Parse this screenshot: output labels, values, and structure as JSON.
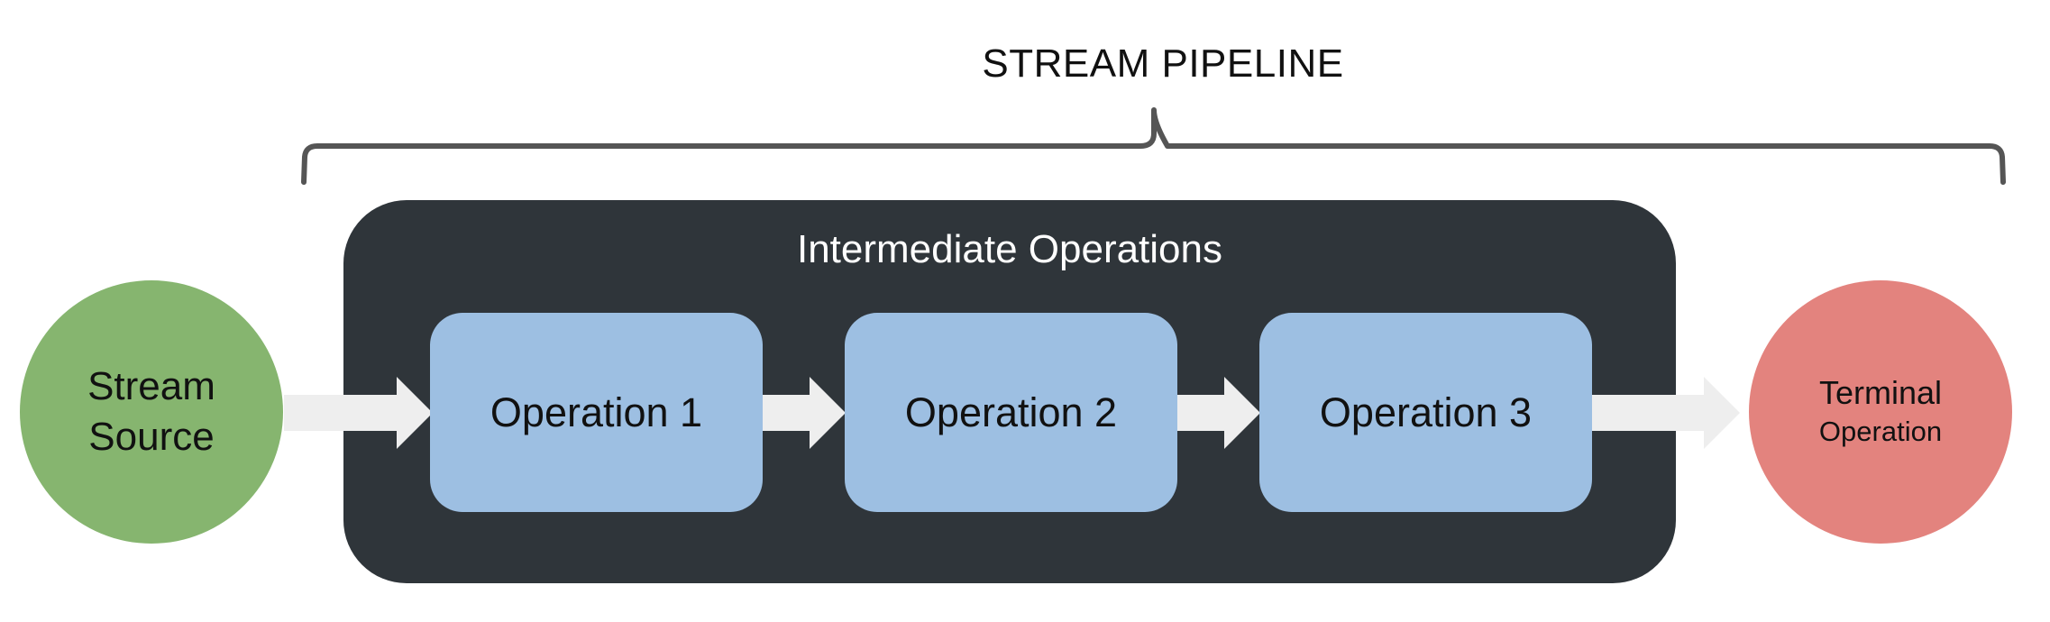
{
  "pipeline": {
    "title": "STREAM PIPELINE"
  },
  "intermediate": {
    "title": "Intermediate Operations",
    "operations": [
      "Operation 1",
      "Operation 2",
      "Operation 3"
    ]
  },
  "source": {
    "line1": "Stream",
    "line2": "Source"
  },
  "terminal": {
    "line1": "Terminal",
    "line2": "Operation"
  },
  "colors": {
    "source": "#86b56f",
    "terminal": "#e3837e",
    "operation": "#9dbfe2",
    "panel": "#2f353a",
    "arrow": "#eeeeee",
    "brace": "#555555"
  }
}
